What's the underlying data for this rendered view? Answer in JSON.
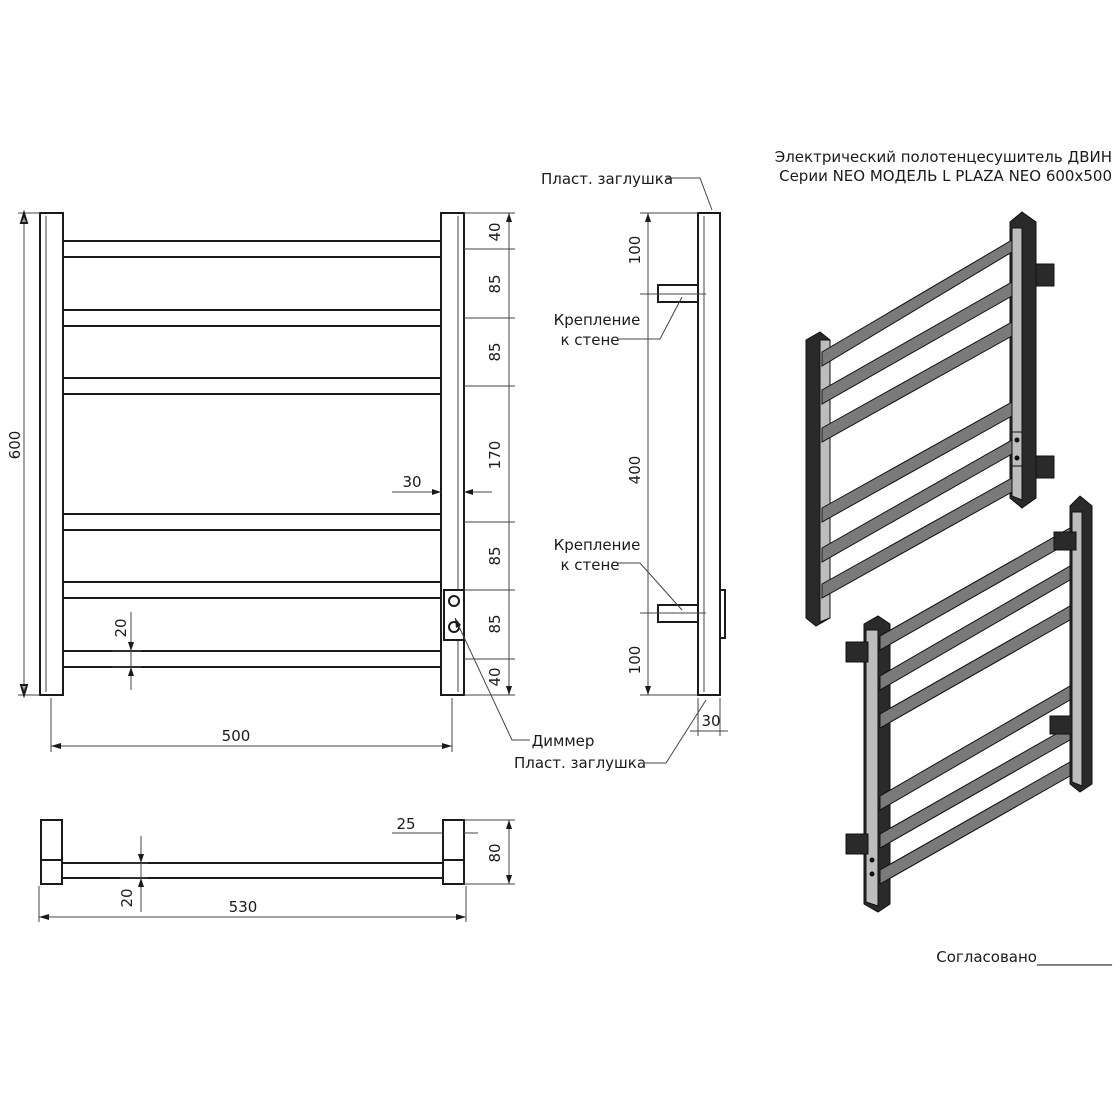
{
  "title": {
    "line1": "Электрический полотенцесушитель ДВИН",
    "line2": "Серии NEO МОДЕЛЬ L PLAZA NEO 600x500"
  },
  "front_view": {
    "overall_height": "600",
    "overall_width": "500",
    "bar_spacing": [
      "40",
      "85",
      "85",
      "170",
      "85",
      "85",
      "40"
    ],
    "post_width": "30",
    "bar_height": "20"
  },
  "side_view": {
    "top_offset": "100",
    "mount_spacing": "400",
    "bottom_offset": "100",
    "depth": "30",
    "labels": {
      "cap_top": "Пласт. заглушка",
      "cap_bottom": "Пласт. заглушка",
      "mount_upper_1": "Крепление",
      "mount_upper_2": "к стене",
      "mount_lower_1": "Крепление",
      "mount_lower_2": "к стене",
      "dimmer": "Диммер"
    }
  },
  "top_view": {
    "overall_width": "530",
    "post_depth": "25",
    "wall_offset": "80",
    "bar_depth": "20"
  },
  "approval": "Согласовано__________"
}
